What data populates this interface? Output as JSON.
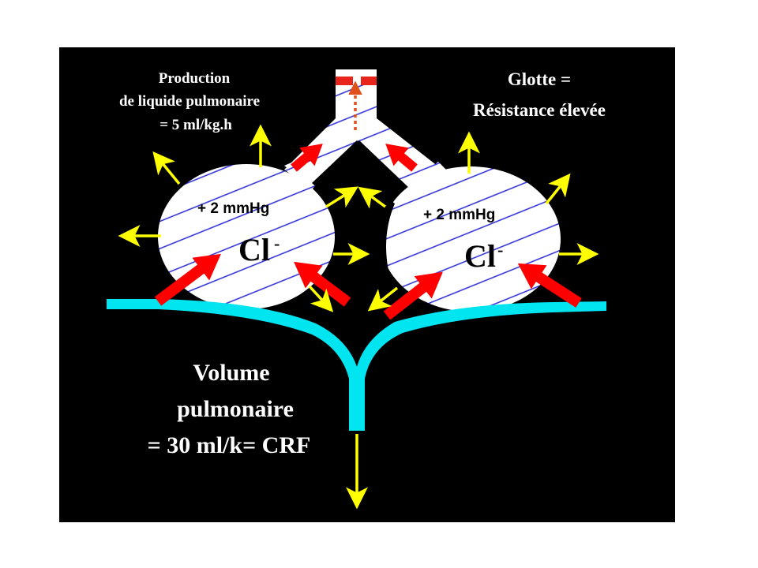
{
  "colors": {
    "background": "#000000",
    "alveolus_fill": "#ffffff",
    "hatch": "#2a2ad8",
    "capillary": "#00e5f0",
    "chloride_arrow": "#ff0000",
    "fluid_arrow": "#ffff00",
    "glottis_bar": "#e8251d",
    "glottis_flow_arrow": "#e0501a"
  },
  "labels": {
    "production": {
      "line1": "Production",
      "line2": "de liquide pulmonaire",
      "line3": "= 5 ml/kg.h"
    },
    "glottis": {
      "line1": "Glotte =",
      "line2": "Résistance élevée"
    },
    "volume": {
      "line1": "Volume",
      "line2": "pulmonaire",
      "line3": "= 30 ml/k= CRF"
    },
    "left_alveolus": {
      "pressure": "+ 2 mmHg",
      "ion": "Cl",
      "ion_charge": "-"
    },
    "right_alveolus": {
      "pressure": "+ 2 mmHg",
      "ion": "Cl",
      "ion_charge": "-"
    }
  },
  "arrows": {
    "chloride_secretion": [
      "left-lower-left",
      "left-lower-right",
      "right-lower-left",
      "right-lower-right",
      "left-bronchus-up",
      "right-bronchus-up"
    ],
    "fluid_outflow": [
      "left-top",
      "left-upper-left",
      "left-left",
      "left-right",
      "left-lower-right",
      "right-top",
      "right-upper-right",
      "right-right",
      "right-lower-left",
      "between-upper-left",
      "between-upper-right",
      "capillary-down"
    ],
    "glottis_flow": "dotted-up"
  }
}
